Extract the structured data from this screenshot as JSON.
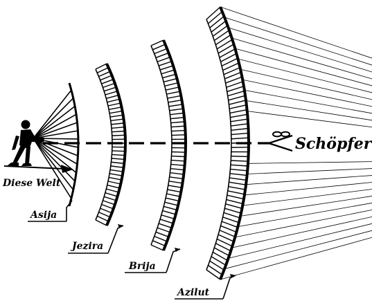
{
  "labels": {
    "creator": "Schöpfer",
    "this_world": "Diese Welt",
    "asija": "Asija",
    "jezira": "Jezira",
    "brija": "Brija",
    "azilut": "Azilut"
  },
  "icons": {
    "observer": "human-figure-icon",
    "creator_symbol": "infinity-icon"
  },
  "colors": {
    "ink": "#000000",
    "background": "#ffffff"
  }
}
